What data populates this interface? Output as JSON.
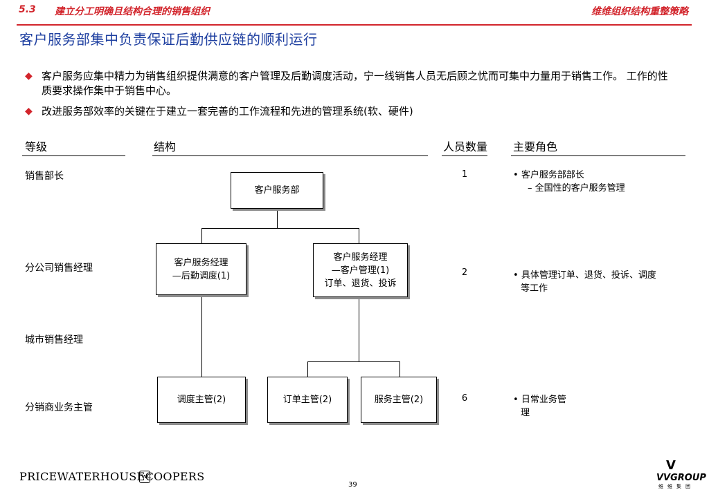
{
  "header": {
    "section_no": "5.3",
    "section_title": "建立分工明确且结构合理的销售组织",
    "top_right": "维维组织结构重整策略",
    "page_title": "客户服务部集中负责保证后勤供应链的顺利运行"
  },
  "bullets": [
    {
      "text": "客户服务应集中精力为销售组织提供满意的客户管理及后勤调度活动，宁一线销售人员无后顾之忧而可集中力量用于销售工作。 工作的性质要求操作集中于销售中心。"
    },
    {
      "text": "改进服务部效率的关键在于建立一套完善的工作流程和先进的管理系统(软、硬件)"
    }
  ],
  "bullet_mark": "◆",
  "table_headers": {
    "level": "等级",
    "structure": "结构",
    "headcount": "人员数量",
    "role": "主要角色"
  },
  "levels": [
    "销售部长",
    "分公司销售经理",
    "城市销售经理",
    "分销商业务主管"
  ],
  "org": {
    "root": "客户服务部",
    "mid_left": "客户服务经理\n—后勤调度(1)",
    "mid_right": "客户服务经理\n—客户管理(1)\n订单、退货、投诉",
    "leaf1": "调度主管(2)",
    "leaf2": "订单主管(2)",
    "leaf3": "服务主管(2)"
  },
  "headcounts": [
    "1",
    "2",
    "6"
  ],
  "roles": [
    {
      "bullet": "•",
      "line1": "客户服务部部长",
      "line2": "– 全国性的客户服务管理"
    },
    {
      "bullet": "•",
      "line1": "具体管理订单、退货、投诉、调度",
      "line2": "等工作"
    },
    {
      "bullet": "•",
      "line1": "日常业务管",
      "line2": "理"
    }
  ],
  "footer": {
    "pwc_logo": "PRICEWATERHOUSECOOPERS",
    "pwc_badge": "PwC",
    "page_number": "39",
    "vv_mark": "V",
    "vv_logo": "VVGROUP",
    "vv_sub": "维维集团"
  }
}
